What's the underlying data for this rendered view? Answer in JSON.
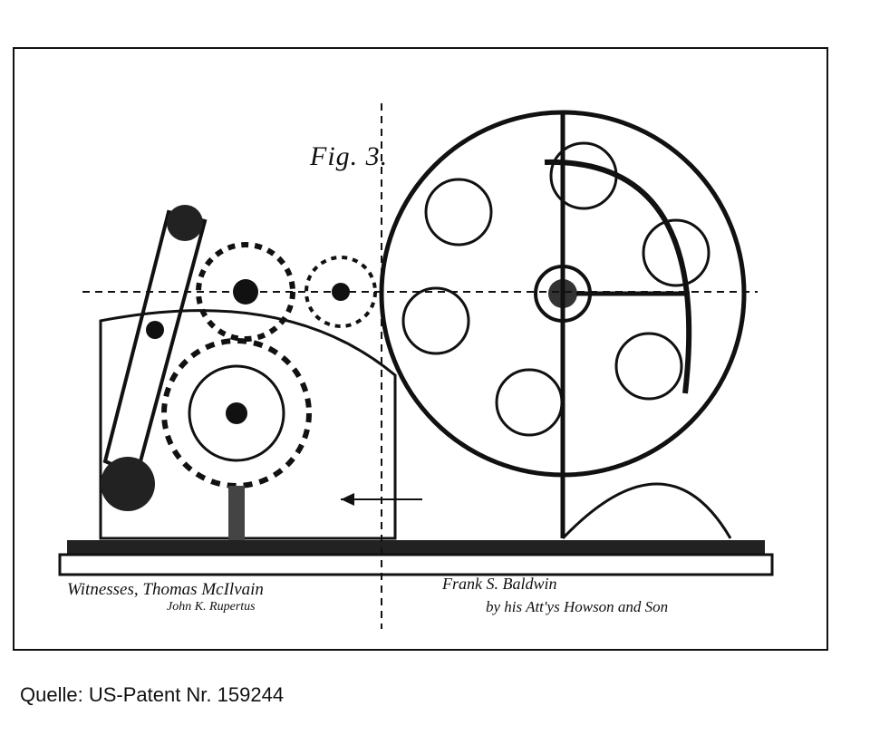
{
  "figure": {
    "label": "Fig. 3.",
    "witnesses_label": "Witnesses,",
    "witness_signature": "Thomas McIlvain",
    "witness_signature_2": "John K. Rupertus",
    "inventor_signature": "Frank S. Baldwin",
    "attorneys_signature": "by his Att'ys Howson and Son"
  },
  "caption": {
    "text": "Quelle: US-Patent Nr. 159244"
  }
}
